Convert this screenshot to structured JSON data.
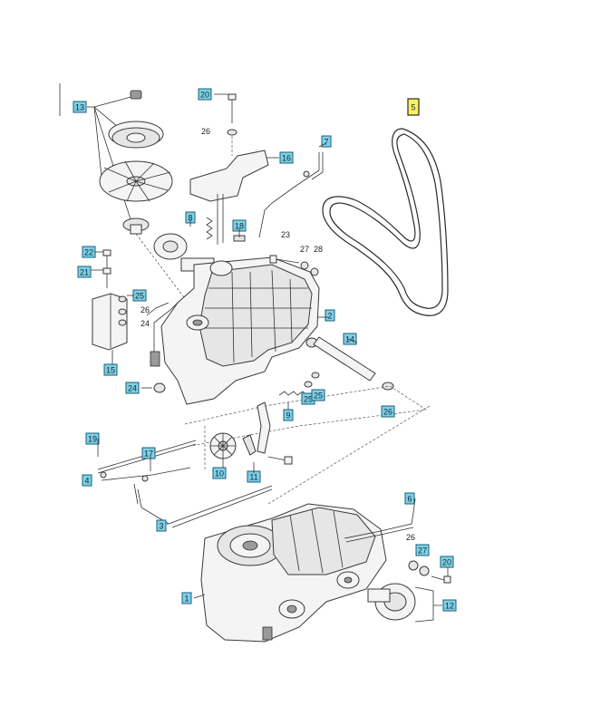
{
  "diagram": {
    "callouts": [
      {
        "id": "c13",
        "label": "13"
      },
      {
        "id": "c20a",
        "label": "20"
      },
      {
        "id": "c16",
        "label": "16"
      },
      {
        "id": "c7",
        "label": "7"
      },
      {
        "id": "c5",
        "label": "5",
        "highlight": true
      },
      {
        "id": "c8",
        "label": "8"
      },
      {
        "id": "c18",
        "label": "18"
      },
      {
        "id": "c22",
        "label": "22"
      },
      {
        "id": "c21",
        "label": "21"
      },
      {
        "id": "c25a",
        "label": "25"
      },
      {
        "id": "c15",
        "label": "15"
      },
      {
        "id": "c2",
        "label": "2"
      },
      {
        "id": "c14",
        "label": "14"
      },
      {
        "id": "c24",
        "label": "24"
      },
      {
        "id": "c9",
        "label": "9"
      },
      {
        "id": "c25b",
        "label": "25"
      },
      {
        "id": "c25c",
        "label": "25"
      },
      {
        "id": "c26",
        "label": "26"
      },
      {
        "id": "c19",
        "label": "19"
      },
      {
        "id": "c17",
        "label": "17"
      },
      {
        "id": "c10",
        "label": "10"
      },
      {
        "id": "c11",
        "label": "11"
      },
      {
        "id": "c4",
        "label": "4"
      },
      {
        "id": "c3",
        "label": "3"
      },
      {
        "id": "c6",
        "label": "6"
      },
      {
        "id": "c27",
        "label": "27"
      },
      {
        "id": "c20b",
        "label": "20"
      },
      {
        "id": "c1",
        "label": "1"
      },
      {
        "id": "c12",
        "label": "12"
      }
    ],
    "plain_labels": [
      {
        "id": "p26a",
        "label": "26"
      },
      {
        "id": "p23",
        "label": "23"
      },
      {
        "id": "p27a",
        "label": "27"
      },
      {
        "id": "p28",
        "label": "28"
      },
      {
        "id": "p26b",
        "label": "26"
      },
      {
        "id": "p24",
        "label": "24"
      },
      {
        "id": "p26c",
        "label": "26"
      }
    ]
  }
}
